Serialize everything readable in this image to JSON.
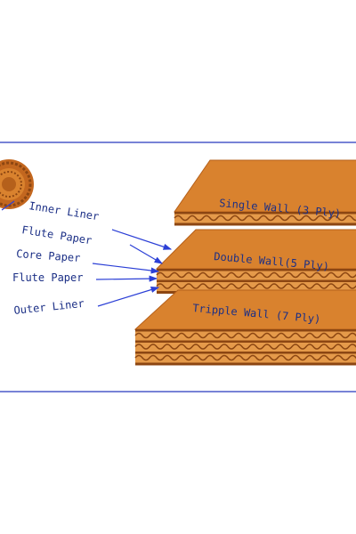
{
  "diagram": {
    "layer_labels": [
      "Inner Liner",
      "Flute Paper",
      "Core Paper",
      "Flute Paper",
      "Outer Liner"
    ],
    "boards": [
      {
        "label": "Single Wall (3 Ply)",
        "flute_rows": 1
      },
      {
        "label": "Double Wall(5 Ply)",
        "flute_rows": 2
      },
      {
        "label": "Tripple Wall (7 Ply)",
        "flute_rows": 3
      }
    ]
  },
  "colors": {
    "board_top": "#d9822e",
    "board_edge": "#b5601b",
    "board_dark": "#8c4612",
    "arrow": "#2b3fd6",
    "label": "#1b2f86",
    "frame": "#4b58c9"
  }
}
